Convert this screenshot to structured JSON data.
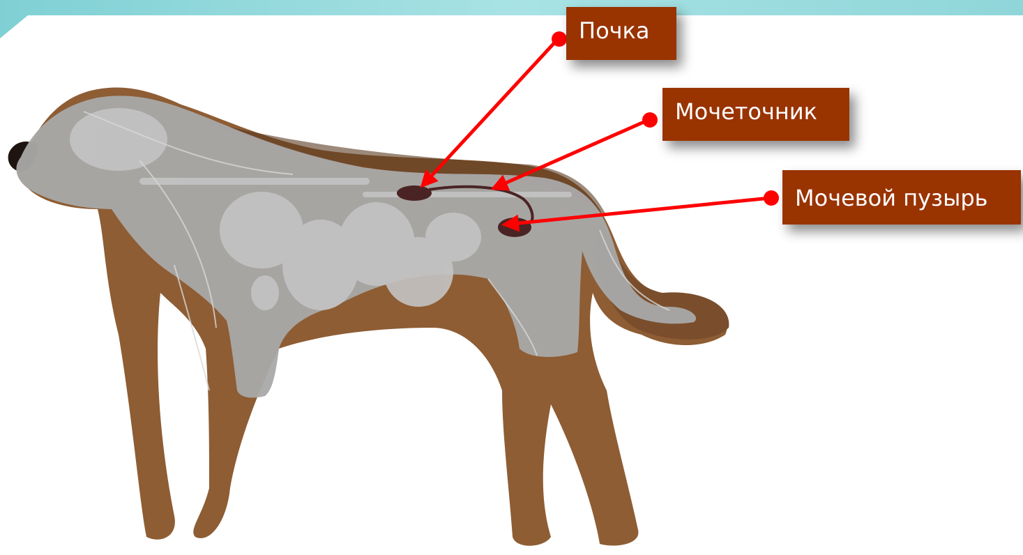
{
  "labels": {
    "kidney": "Почка",
    "ureter": "Мочеточник",
    "bladder": "Мочевой пузырь"
  },
  "colors": {
    "label_background": "#993300",
    "label_text": "#ffffff",
    "arrow": "#ff0000",
    "banner": "#8fd6d9",
    "body_overlay": "#a8a8a8",
    "dog_fur": "#8a5a32",
    "organ": "#4a2424"
  },
  "icons": {
    "arrow_start": "red-dot",
    "arrow_end": "arrowhead"
  }
}
